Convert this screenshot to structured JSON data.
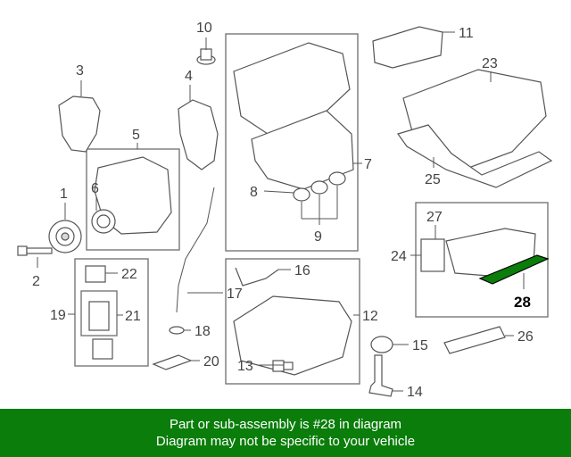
{
  "callouts": {
    "c1": "1",
    "c2": "2",
    "c3": "3",
    "c4": "4",
    "c5": "5",
    "c6": "6",
    "c7": "7",
    "c8": "8",
    "c9": "9",
    "c10": "10",
    "c11": "11",
    "c12": "12",
    "c13": "13",
    "c14": "14",
    "c15": "15",
    "c16": "16",
    "c17": "17",
    "c18": "18",
    "c19": "19",
    "c20": "20",
    "c21": "21",
    "c22": "22",
    "c23": "23",
    "c24": "24",
    "c25": "25",
    "c26": "26",
    "c27": "27",
    "c28": "28"
  },
  "highlighted_part": "28",
  "banner": {
    "line1": "Part or sub-assembly is #28 in diagram",
    "line2": "Diagram may not be specific to your vehicle"
  },
  "colors": {
    "banner_bg": "#0a7d0a",
    "highlight_fill": "#0a7d0a"
  }
}
